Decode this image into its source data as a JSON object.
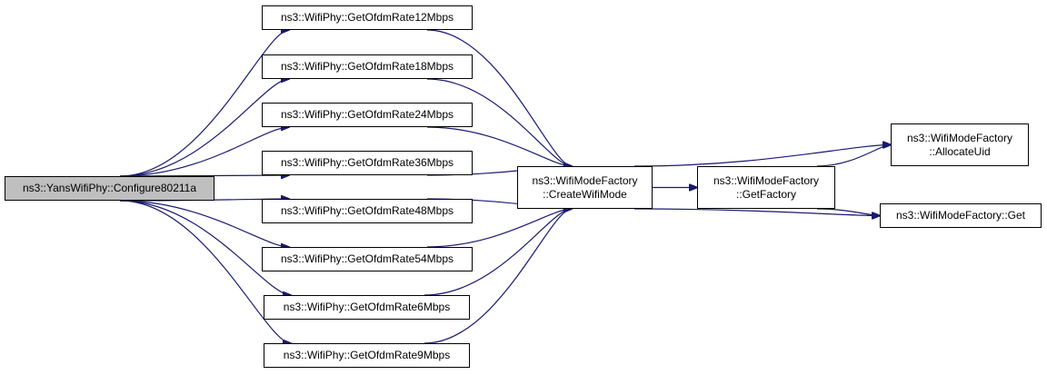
{
  "colors": {
    "edge": "#191970",
    "root_fill": "#bfbfbf",
    "node_fill": "#ffffff",
    "border": "#000000"
  },
  "nodes": {
    "configure": {
      "lines": [
        "ns3::YansWifiPhy::Configure80211a"
      ]
    },
    "rate12": {
      "lines": [
        "ns3::WifiPhy::GetOfdmRate12Mbps"
      ]
    },
    "rate18": {
      "lines": [
        "ns3::WifiPhy::GetOfdmRate18Mbps"
      ]
    },
    "rate24": {
      "lines": [
        "ns3::WifiPhy::GetOfdmRate24Mbps"
      ]
    },
    "rate36": {
      "lines": [
        "ns3::WifiPhy::GetOfdmRate36Mbps"
      ]
    },
    "rate48": {
      "lines": [
        "ns3::WifiPhy::GetOfdmRate48Mbps"
      ]
    },
    "rate54": {
      "lines": [
        "ns3::WifiPhy::GetOfdmRate54Mbps"
      ]
    },
    "rate6": {
      "lines": [
        "ns3::WifiPhy::GetOfdmRate6Mbps"
      ]
    },
    "rate9": {
      "lines": [
        "ns3::WifiPhy::GetOfdmRate9Mbps"
      ]
    },
    "createwifimode": {
      "lines": [
        "ns3::WifiModeFactory",
        "::CreateWifiMode"
      ]
    },
    "getfactory": {
      "lines": [
        "ns3::WifiModeFactory",
        "::GetFactory"
      ]
    },
    "allocateuid": {
      "lines": [
        "ns3::WifiModeFactory",
        "::AllocateUid"
      ]
    },
    "get": {
      "lines": [
        "ns3::WifiModeFactory::Get"
      ]
    }
  },
  "edges": [
    [
      "configure",
      "rate12"
    ],
    [
      "configure",
      "rate18"
    ],
    [
      "configure",
      "rate24"
    ],
    [
      "configure",
      "rate36"
    ],
    [
      "configure",
      "rate48"
    ],
    [
      "configure",
      "rate54"
    ],
    [
      "configure",
      "rate6"
    ],
    [
      "configure",
      "rate9"
    ],
    [
      "rate12",
      "createwifimode"
    ],
    [
      "rate18",
      "createwifimode"
    ],
    [
      "rate24",
      "createwifimode"
    ],
    [
      "rate36",
      "createwifimode"
    ],
    [
      "rate48",
      "createwifimode"
    ],
    [
      "rate54",
      "createwifimode"
    ],
    [
      "rate6",
      "createwifimode"
    ],
    [
      "rate9",
      "createwifimode"
    ],
    [
      "createwifimode",
      "getfactory"
    ],
    [
      "createwifimode",
      "allocateuid"
    ],
    [
      "createwifimode",
      "get"
    ],
    [
      "getfactory",
      "allocateuid"
    ],
    [
      "getfactory",
      "get"
    ]
  ]
}
